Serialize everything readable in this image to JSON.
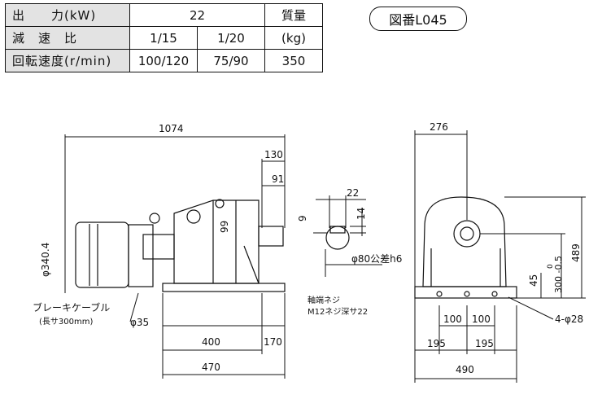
{
  "spec_table": {
    "row1_label": "出　　力(kW)",
    "row1_value": "22",
    "mass_label": "質量",
    "row2_label": "減　速　比",
    "ratio_a": "1/15",
    "ratio_b": "1/20",
    "mass_unit": "(kg)",
    "row3_label": "回転速度(r/min)",
    "speed_a": "100/120",
    "speed_b": "75/90",
    "mass_value": "350"
  },
  "drawing_number": "図番L045",
  "dimensions": {
    "overall_length": "1074",
    "shaft_130": "130",
    "shaft_91": "91",
    "motor_diam": "φ340.4",
    "height_99": "99",
    "cable_label_1": "ブレーキケーブル",
    "cable_label_2": "(長サ300mm)",
    "phi35": "φ35",
    "base_400": "400",
    "base_170": "170",
    "base_470": "470",
    "key_22": "22",
    "key_9": "9",
    "key_14": "14",
    "shaft_diam": "φ80公差h6",
    "shaft_thread_1": "軸端ネジ",
    "shaft_thread_2": "M12ネジ深サ22",
    "width_276": "276",
    "height_489": "489",
    "shaft_height": "300 -0.5",
    "shaft_height_tol": "0",
    "foot_45": "45",
    "hole_spec": "4-φ28",
    "pitch_100a": "100",
    "pitch_100b": "100",
    "pitch_195a": "195",
    "pitch_195b": "195",
    "width_490": "490"
  }
}
